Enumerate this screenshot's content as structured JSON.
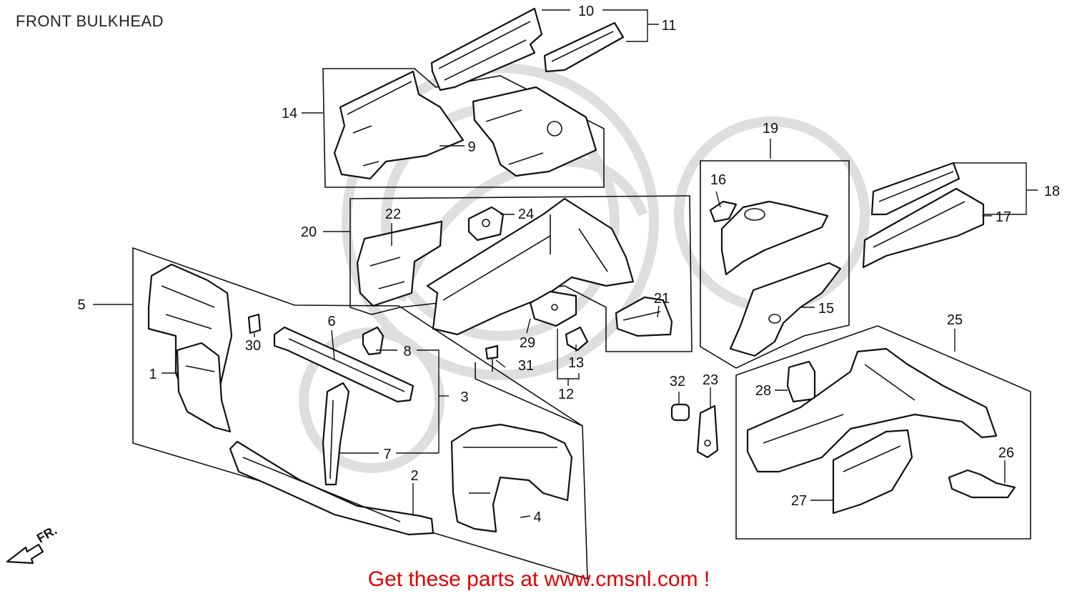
{
  "title": "FRONT BULKHEAD",
  "promo": "Get these parts at www.cmsnl.com !",
  "direction_label": "FR.",
  "part_numbers": [
    "1",
    "2",
    "3",
    "4",
    "5",
    "6",
    "7",
    "8",
    "9",
    "10",
    "11",
    "12",
    "13",
    "14",
    "15",
    "16",
    "17",
    "18",
    "19",
    "20",
    "21",
    "22",
    "23",
    "24",
    "25",
    "26",
    "27",
    "28",
    "29",
    "30",
    "31",
    "32"
  ],
  "colors": {
    "line": "#111111",
    "promo": "#e00000",
    "watermark": "#dedede",
    "background": "#ffffff"
  }
}
